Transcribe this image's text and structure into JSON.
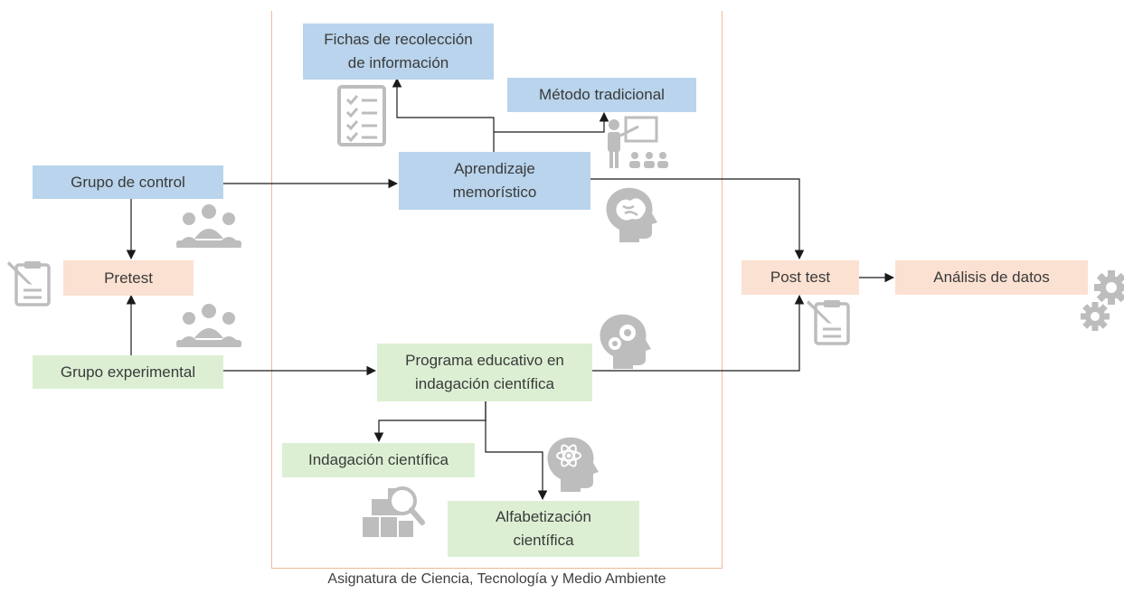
{
  "diagram": {
    "caption": "Asignatura de Ciencia, Tecnología y Medio Ambiente",
    "nodes": {
      "fichas": "Fichas de recolección\nde información",
      "metodo": "Método tradicional",
      "grupo_control": "Grupo de control",
      "aprendizaje": "Aprendizaje\nmemorístico",
      "pretest": "Pretest",
      "post_test": "Post test",
      "analisis": "Análisis de datos",
      "grupo_experimental": "Grupo experimental",
      "programa": "Programa educativo en\nindagación científica",
      "indagacion": "Indagación científica",
      "alfabetizacion": "Alfabetización\ncientífica"
    },
    "icons": [
      "checklist-icon",
      "teacher-presentation-icon",
      "group-icon",
      "brain-head-icon",
      "clipboard-pencil-icon",
      "group-icon",
      "gear-head-icon",
      "clipboard-pencil-icon",
      "gears-icon",
      "atom-head-icon",
      "search-boxes-icon"
    ],
    "colors": {
      "blue": "#b9d4ec",
      "peach": "#fbe1d2",
      "green": "#dcefd3",
      "frame": "#f2b99a",
      "icon": "#b5b5b5",
      "arrow": "#1a1a1a"
    }
  }
}
